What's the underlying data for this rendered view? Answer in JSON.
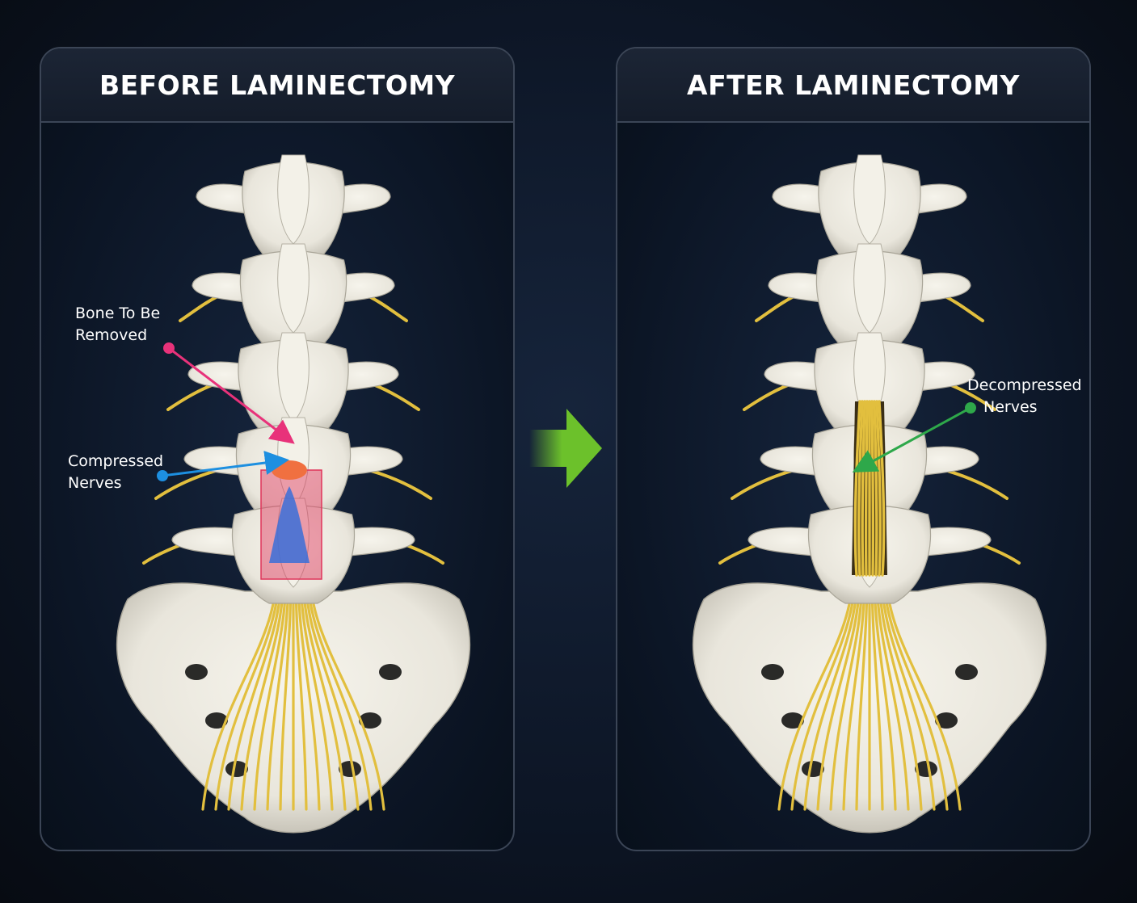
{
  "panels": {
    "before": {
      "title": "BEFORE LAMINECTOMY",
      "labels": {
        "bone": {
          "line1": "Bone To Be",
          "line2": "Removed",
          "color": "#e8327a"
        },
        "nerves": {
          "line1": "Compressed",
          "line2": "Nerves",
          "color": "#1d8fe0"
        }
      }
    },
    "after": {
      "title": "AFTER LAMINECTOMY",
      "labels": {
        "nerves": {
          "line1": "Decompressed",
          "line2": "Nerves",
          "color": "#2ea84a"
        }
      }
    }
  },
  "colors": {
    "bone": "#e9e6dc",
    "nerve": "#e2bf3e",
    "arrow": "#6cc12b",
    "removal_zone": "#e0345a"
  },
  "icons": {
    "transition_arrow": "arrow-right-icon"
  }
}
